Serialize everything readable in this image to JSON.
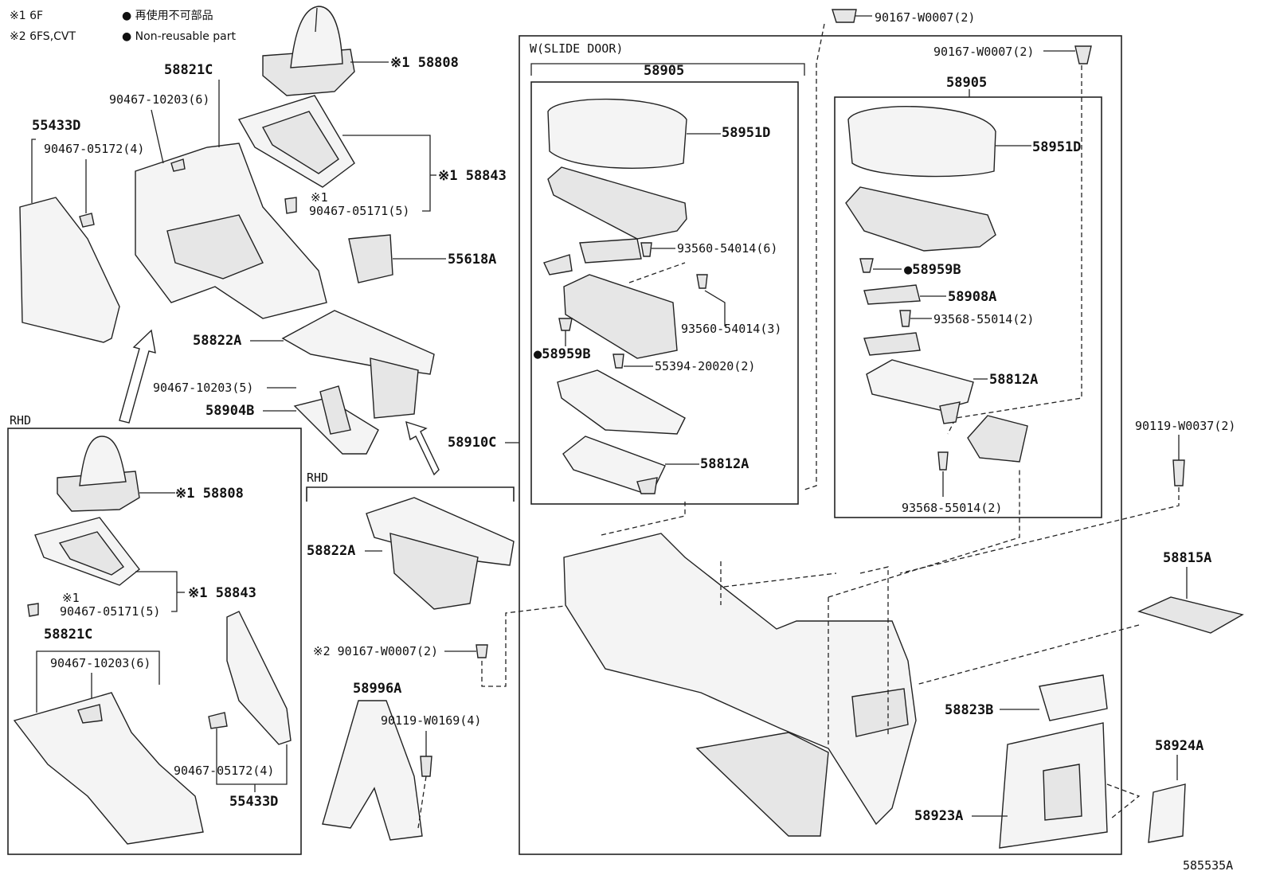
{
  "legend": {
    "note1": "※1 6F",
    "note2": "※2 6FS,CVT",
    "nonreusable_ja": "● 再使用不可部品",
    "nonreusable_en": "● Non-reusable part"
  },
  "sections": {
    "rhd_left": "RHD",
    "rhd_mid": "RHD",
    "slide_door": "W(SLIDE DOOR)"
  },
  "labels": {
    "p58808_top": "※1 58808",
    "p58821C_top": "58821C",
    "p90467_10203_6_top": "90467-10203(6)",
    "p55433D_top": "55433D",
    "p90467_05172_4_top": "90467-05172(4)",
    "p58843_top": "※1 58843",
    "p90467_05171_5_top_mark": "※1",
    "p90467_05171_5_top": "90467-05171(5)",
    "p55618A": "55618A",
    "p58822A_top": "58822A",
    "p90467_10203_5": "90467-10203(5)",
    "p58904B": "58904B",
    "p58910C": "58910C",
    "p58808_rhd": "※1 58808",
    "p58843_rhd": "※1 58843",
    "p90467_05171_5_rhd_mark": "※1",
    "p90467_05171_5_rhd": "90467-05171(5)",
    "p58821C_rhd": "58821C",
    "p90467_10203_6_rhd": "90467-10203(6)",
    "p90467_05172_4_rhd": "90467-05172(4)",
    "p55433D_rhd": "55433D",
    "p58822A_rhd": "58822A",
    "p90167_W0007_2_mid": "※2 90167-W0007(2)",
    "p58996A": "58996A",
    "p90119_W0169_4": "90119-W0169(4)",
    "p90167_W0007_2_top": "90167-W0007(2)",
    "p58905_left": "58905",
    "p58951D_left": "58951D",
    "p93560_54014_6": "93560-54014(6)",
    "p93560_54014_3": "93560-54014(3)",
    "p58959B_left": "●58959B",
    "p55394_20020_2": "55394-20020(2)",
    "p58812A_left": "58812A",
    "p90167_W0007_2_right": "90167-W0007(2)",
    "p58905_right": "58905",
    "p58951D_right": "58951D",
    "p58959B_right": "●58959B",
    "p58908A": "58908A",
    "p93568_55014_2_a": "93568-55014(2)",
    "p58812A_right": "58812A",
    "p93568_55014_2_b": "93568-55014(2)",
    "p90119_W0037_2": "90119-W0037(2)",
    "p58815A": "58815A",
    "p58823B": "58823B",
    "p58924A": "58924A",
    "p58923A": "58923A",
    "diagram_id": "585535A"
  },
  "colors": {
    "line": "#222222",
    "part_fill": "#f4f4f4",
    "background": "#ffffff"
  }
}
